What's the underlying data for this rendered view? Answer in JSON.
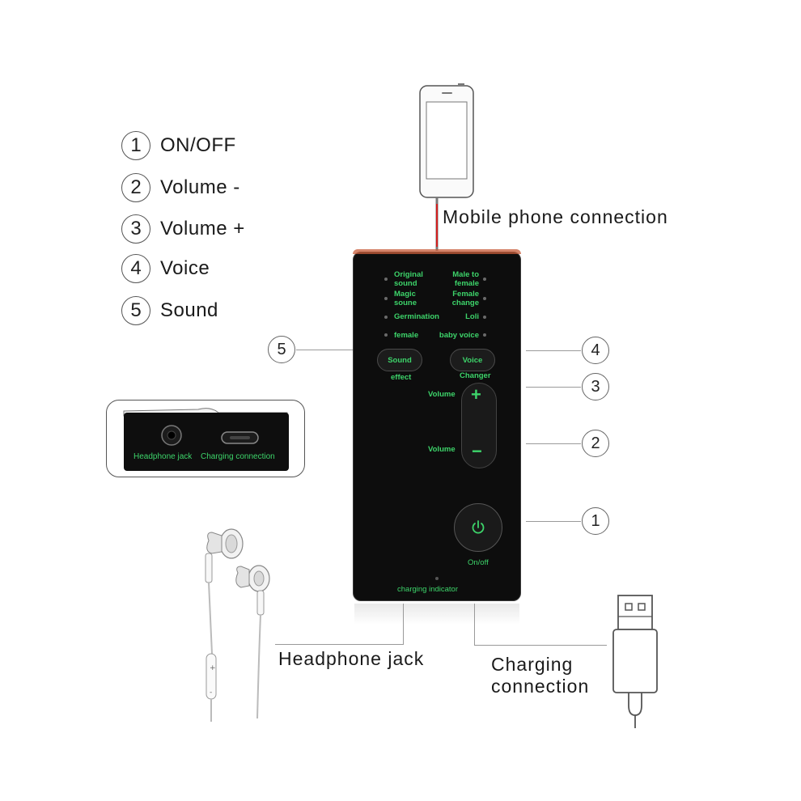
{
  "legend": [
    {
      "num": "1",
      "label": "ON/OFF"
    },
    {
      "num": "2",
      "label": "Volume -"
    },
    {
      "num": "3",
      "label": "Volume +"
    },
    {
      "num": "4",
      "label": "Voice"
    },
    {
      "num": "5",
      "label": "Sound"
    }
  ],
  "labels": {
    "mobile": "Mobile phone connection",
    "headphone": "Headphone jack",
    "charging_line1": "Charging",
    "charging_line2": "connection"
  },
  "device": {
    "modes_left": [
      {
        "line1": "Original",
        "line2": "sound"
      },
      {
        "line1": "Magic",
        "line2": "soune"
      },
      {
        "line1": "Germination",
        "line2": ""
      },
      {
        "line1": "female",
        "line2": ""
      }
    ],
    "modes_right": [
      {
        "line1": "Male to",
        "line2": "female"
      },
      {
        "line1": "Female",
        "line2": "change"
      },
      {
        "line1": "Loli",
        "line2": ""
      },
      {
        "line1": "baby voice",
        "line2": ""
      }
    ],
    "sound_btn": "Sound",
    "sound_sub": "effect",
    "voice_btn": "Voice",
    "voice_sub": "Changer",
    "vol_up_label": "Volume",
    "vol_down_label": "Volume",
    "vol_up_sign": "+",
    "vol_down_sign": "−",
    "onoff": "On/off",
    "charging_indicator": "charging indicator"
  },
  "callouts": {
    "c5": "5",
    "c4": "4",
    "c3": "3",
    "c2": "2",
    "c1": "1"
  },
  "inset": {
    "headphone": "Headphone jack",
    "charging": "Charging connection"
  },
  "colors": {
    "accent_green": "#3dd46a",
    "device_body": "#0d0d0d",
    "cable_red": "#d21f1f"
  },
  "icons": [
    "phone-icon",
    "power-icon",
    "usb-plug-icon",
    "earphones-icon"
  ]
}
